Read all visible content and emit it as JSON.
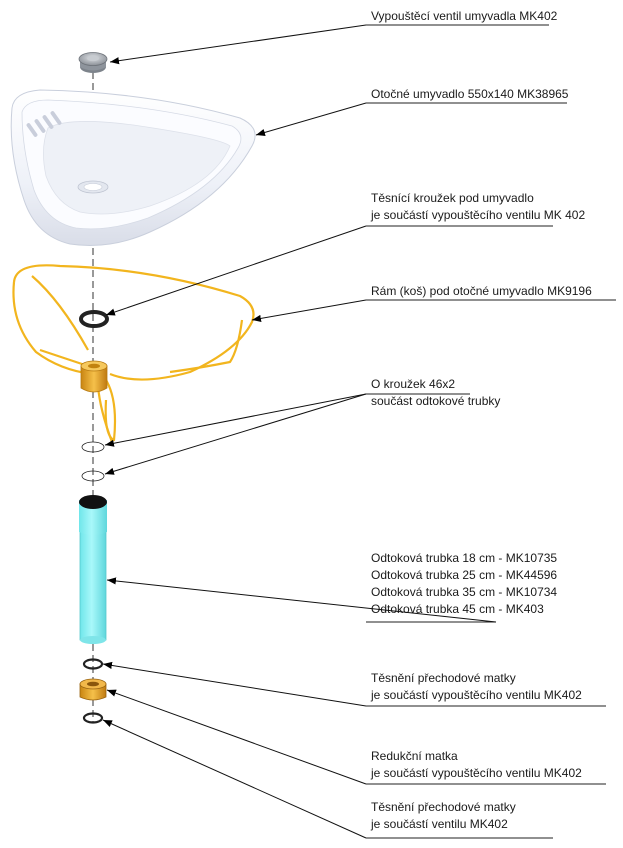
{
  "callouts": {
    "drain_valve": [
      "Vypouštěcí ventil umyvadla MK402"
    ],
    "basin": [
      "Otočné umyvadlo 550x140 MK38965"
    ],
    "basin_seal": [
      "Těsnící kroužek pod umyvadlo",
      "je součástí vypouštěcího ventilu MK 402"
    ],
    "frame": [
      "Rám (koš) pod otočné umyvadlo MK9196"
    ],
    "o_ring": [
      "O kroužek 46x2",
      "součást odtokové trubky"
    ],
    "drain_pipe": [
      "Odtoková trubka 18 cm - MK10735",
      "Odtoková trubka 25 cm - MK44596",
      "Odtoková trubka 35 cm - MK10734",
      "Odtoková trubka 45 cm - MK403"
    ],
    "adapter_seal_1": [
      "Těsnění přechodové matky",
      "je součástí vypouštěcího ventilu MK402"
    ],
    "reducing_nut": [
      "Redukční matka",
      "je součástí vypouštěcího ventilu MK402"
    ],
    "adapter_seal_2": [
      "Těsnění přechodové matky",
      "je součástí ventilu MK402"
    ]
  },
  "colors": {
    "frame": "#f2b51e",
    "pipe": "#7ff0f3",
    "nut": "#e8a21c",
    "valve": "#a9adb3",
    "basin": "#f4f6fb"
  }
}
